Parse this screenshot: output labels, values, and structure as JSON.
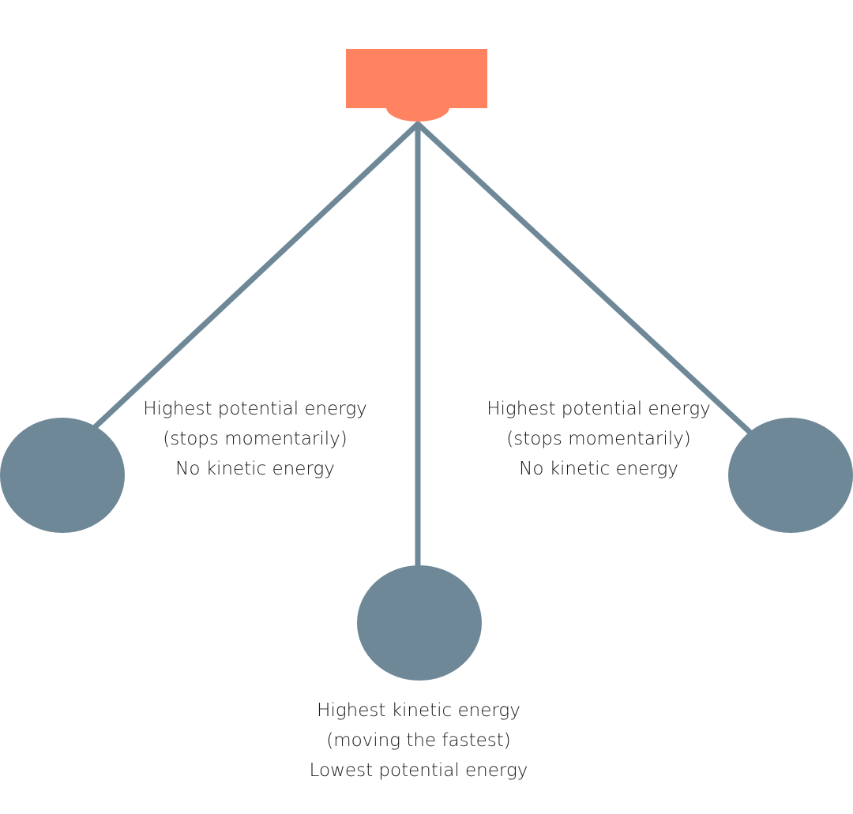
{
  "colors": {
    "mount": "#ff8360",
    "string": "#6f8898",
    "bob": "#6f8898",
    "text": "#1a1a1a"
  },
  "diagram": {
    "left_label": {
      "line1": "Highest potential energy",
      "line2": "(stops momentarily)",
      "line3": "No kinetic energy"
    },
    "right_label": {
      "line1": "Highest potential energy",
      "line2": "(stops momentarily)",
      "line3": "No kinetic energy"
    },
    "bottom_label": {
      "line1": "Highest kinetic energy",
      "line2": "(moving the fastest)",
      "line3": "Lowest potential energy"
    }
  }
}
